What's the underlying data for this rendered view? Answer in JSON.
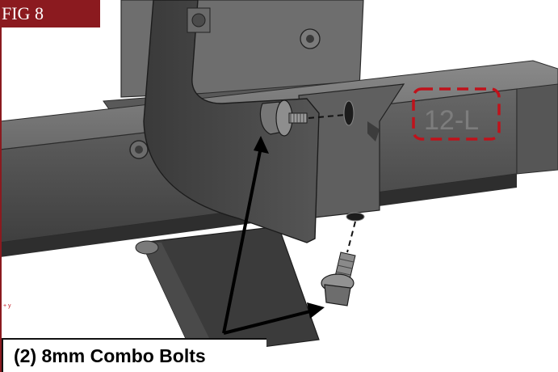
{
  "figure": {
    "badge": "FIG 8",
    "part_label": "12-L",
    "callout": "(2) 8mm Combo Bolts"
  },
  "colors": {
    "badge_bg": "#8b1a1f",
    "highlight_dash": "#c0121b",
    "metal": "#5a5a5a"
  }
}
